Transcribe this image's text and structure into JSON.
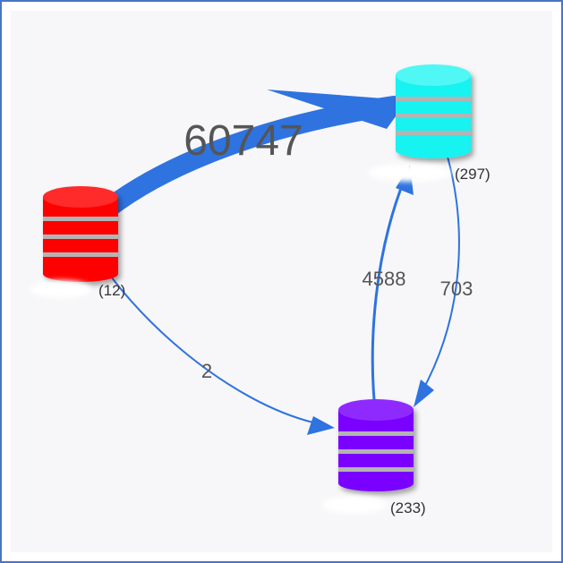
{
  "graph": {
    "nodes": [
      {
        "id": "red",
        "color": "#ff0000",
        "label_visible": "(12)"
      },
      {
        "id": "cyan",
        "color": "#17f3f1",
        "label_visible": "(297)"
      },
      {
        "id": "purple",
        "color": "#7a00ff",
        "label_visible": "(233)"
      }
    ],
    "edges": [
      {
        "from": "red",
        "to": "cyan",
        "value": "60747"
      },
      {
        "from": "red",
        "to": "purple",
        "value": "2"
      },
      {
        "from": "purple",
        "to": "cyan",
        "value": "4588"
      },
      {
        "from": "cyan",
        "to": "purple",
        "value": "703"
      }
    ],
    "edge_color": "#2e73e0"
  }
}
